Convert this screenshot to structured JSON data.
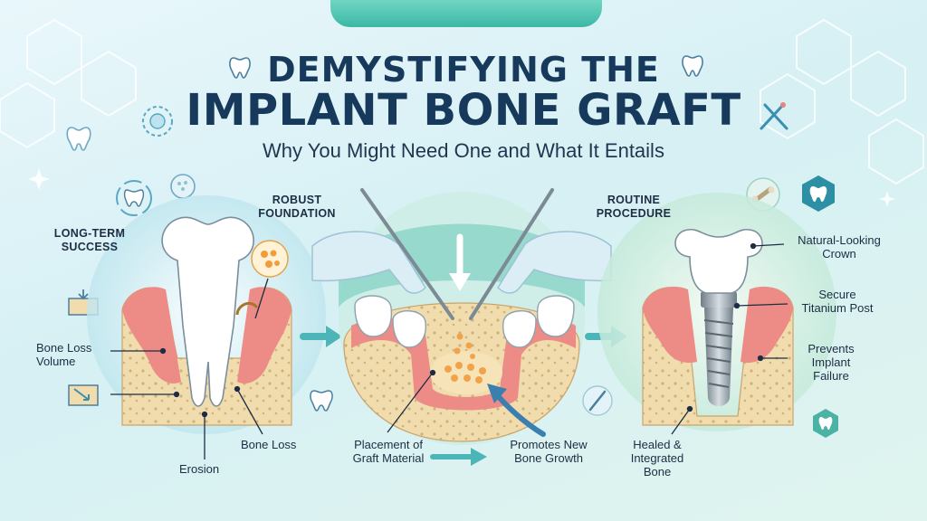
{
  "header": {
    "title_line1": "DEMYSTIFYING THE",
    "title_line2": "IMPLANT BONE GRAFT",
    "subtitle": "Why You Might Need One and What It Entails"
  },
  "stages": {
    "left": {
      "heading": "LONG-TERM\nSUCCESS",
      "labels": [
        "Bone Loss\nVolume",
        "Bone Loss",
        "Erosion"
      ]
    },
    "middle": {
      "heading": "ROBUST\nFOUNDATION",
      "labels": [
        "Placement of\nGraft Material",
        "Promotes New\nBone Growth"
      ]
    },
    "right": {
      "heading": "ROUTINE\nPROCEDURE",
      "labels": [
        "Natural-Looking\nCrown",
        "Secure\nTitanium Post",
        "Prevents\nImplant\nFailure",
        "Healed &\nIntegrated\nBone"
      ]
    }
  },
  "colors": {
    "navy": "#173a5c",
    "teal": "#3cb8a5",
    "gum": "#e9837e",
    "bone": "#f1dcae",
    "graft": "#f2a34a"
  }
}
